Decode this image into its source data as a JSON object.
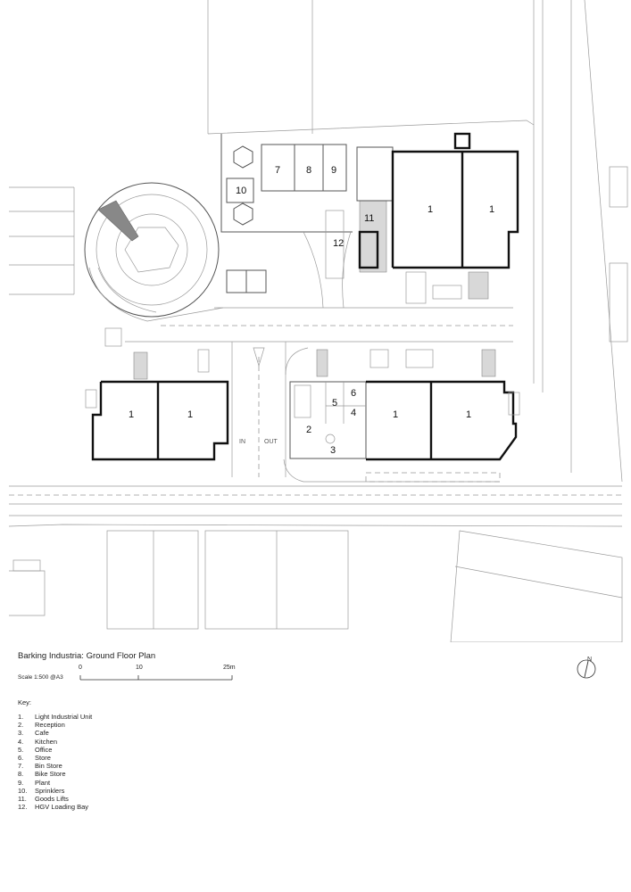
{
  "title": "Barking Industria: Ground Floor Plan",
  "scale": {
    "text": "Scale 1:500 @A3",
    "ticks": [
      "0",
      "10",
      "25m"
    ]
  },
  "plan_labels": {
    "unit": "1",
    "reception": "2",
    "cafe": "3",
    "kitchen": "4",
    "office": "5",
    "store": "6",
    "bin_store": "7",
    "bike_store": "8",
    "plant": "9",
    "sprinklers": "10",
    "goods_lifts": "11",
    "loading_bay": "12",
    "in": "IN",
    "out": "OUT"
  },
  "north_label": "N",
  "key": {
    "title": "Key:",
    "items": [
      {
        "num": "1.",
        "label": "Light Industrial Unit"
      },
      {
        "num": "2.",
        "label": "Reception"
      },
      {
        "num": "3.",
        "label": "Cafe"
      },
      {
        "num": "4.",
        "label": "Kitchen"
      },
      {
        "num": "5.",
        "label": "Office"
      },
      {
        "num": "6.",
        "label": "Store"
      },
      {
        "num": "7.",
        "label": "Bin Store"
      },
      {
        "num": "8.",
        "label": "Bike Store"
      },
      {
        "num": "9.",
        "label": "Plant"
      },
      {
        "num": "10.",
        "label": "Sprinklers"
      },
      {
        "num": "11.",
        "label": "Goods Lifts"
      },
      {
        "num": "12.",
        "label": "HGV Loading Bay"
      }
    ]
  }
}
